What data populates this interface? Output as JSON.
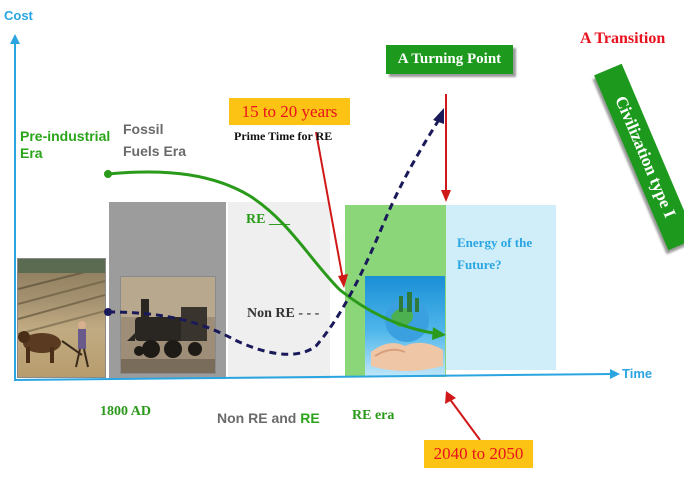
{
  "axes": {
    "y_label": "Cost",
    "x_label": "Time"
  },
  "eras": {
    "pre_industrial": "Pre-industrial\nEra",
    "fossil": "Fossil\nFuels Era"
  },
  "bottom_labels": {
    "ad_1800": "1800 AD",
    "non_re_and": "Non RE and ",
    "re": "RE",
    "re_era": "RE era"
  },
  "legend": {
    "re": "RE ___",
    "non_re": "Non RE - - -"
  },
  "callouts": {
    "years": "15 to 20 years",
    "prime_time": "Prime  Time for RE",
    "turning_point": "A Turning Point",
    "transition": "A Transition",
    "civilization": "Civilization  type I",
    "future": "Energy of the\nFuture?",
    "date_range": "2040 to 2050"
  },
  "colors": {
    "axis": "#2aa5e0",
    "re_curve": "#2a9a1a",
    "non_re_curve": "#1a1a5a",
    "label_green": "#2aa51a",
    "label_gray": "#6a6a6a",
    "label_blue": "#2aa5e0",
    "arrow_red": "#d01818",
    "panel_gray": "#9a9a9a",
    "panel_light": "#efefef",
    "panel_green": "#8cd67a",
    "panel_blue": "#cfeefa"
  },
  "icons": [
    "plowing-ox-image",
    "steam-locomotive-image",
    "earth-in-hands-image",
    "arrowhead-icon"
  ]
}
